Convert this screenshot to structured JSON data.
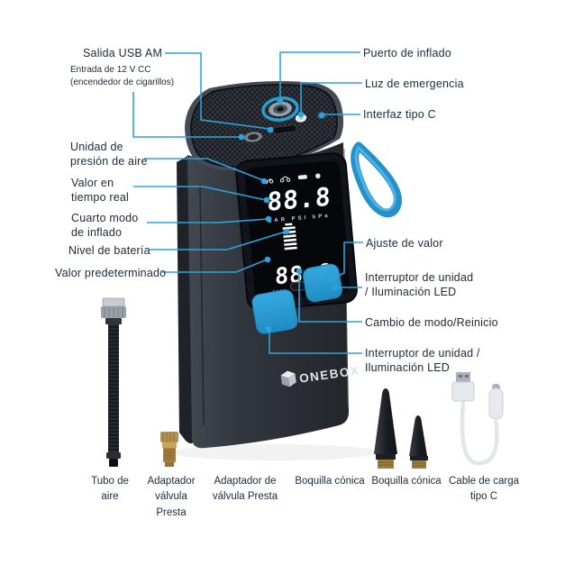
{
  "colors": {
    "accent_blue": "#2ba3dc",
    "label_text": "#1b2a3a",
    "device_body": "#2c3038",
    "display_bg": "#06080c",
    "strap_blue": "#2b9fd6",
    "brass": "#a8823f",
    "cable_white": "#e3e7ea"
  },
  "labels": {
    "salida_usb": "Salida USB AM",
    "entrada_12v": "Entrada de 12 V CC\n(encendedor de cigarillos)",
    "unidad_presion": "Unidad de\npresión de aire",
    "valor_tiempo_real": "Valor en\ntiempo real",
    "cuarto_modo": "Cuarto modo\nde inflado",
    "nivel_bateria": "Nivel de batería",
    "valor_predeterminado": "Valor predeterminado",
    "puerto_inflado": "Puerto de inflado",
    "luz_emergencia": "Luz de emergencia",
    "interfaz_tipo_c": "Interfaz tipo C",
    "ajuste_valor": "Ajuste de valor",
    "interruptor_unidad_1": "Interruptor de unidad\n/ Iluminación LED",
    "cambio_modo": "Cambio de modo/Reinicio",
    "interruptor_unidad_2": "Interruptor de unidad /\nIluminación LED",
    "tubo_aire": "Tubo de\naire",
    "adaptador_valvula_presta": "Adaptador\nválvula\nPresta",
    "adaptador_de_valvula_presta": "Adaptador de\nválvula Presta",
    "boquilla_conica_1": "Boquilla cónica",
    "boquilla_conica_2": "Boquilla cónica",
    "cable_carga": "Cable de carga\ntipo C"
  },
  "device": {
    "brand": "ONEBOX",
    "display": {
      "value_top": "88.8",
      "value_bottom": "88.8",
      "units": "BAR PSI kPa",
      "mode_icons": [
        "bicycle-icon",
        "motorcycle-icon",
        "car-icon",
        "ball-icon"
      ],
      "battery_segments": 6
    }
  },
  "accessories": [
    "air-hose",
    "presta-valve-adapter",
    "cone-nozzle-large",
    "cone-nozzle-small",
    "usb-c-charging-cable"
  ]
}
